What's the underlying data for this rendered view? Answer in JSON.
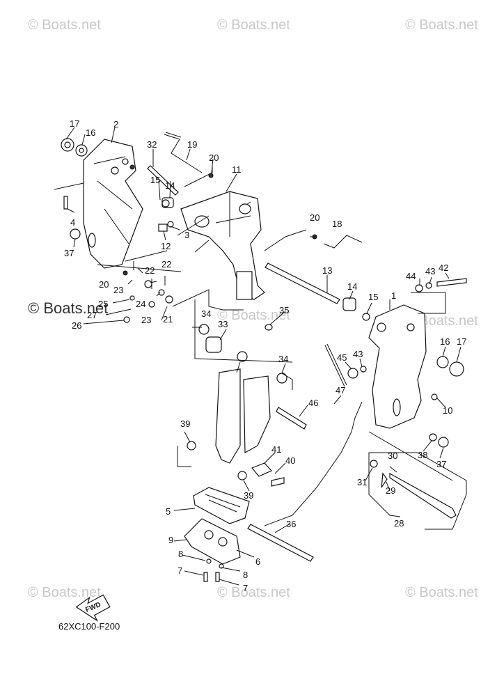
{
  "watermark": "© Boats.net",
  "figure_code": "62XC100-F200",
  "fwd_label": "FWD",
  "callouts": [
    "1",
    "2",
    "3",
    "4",
    "5",
    "6",
    "7",
    "8",
    "9",
    "10",
    "11",
    "12",
    "13",
    "14",
    "15",
    "16",
    "17",
    "18",
    "19",
    "20",
    "21",
    "22",
    "23",
    "24",
    "25",
    "26",
    "27",
    "28",
    "29",
    "30",
    "31",
    "32",
    "33",
    "34",
    "35",
    "36",
    "37",
    "38",
    "39",
    "40",
    "41",
    "42",
    "43",
    "44",
    "45",
    "46",
    "47"
  ]
}
